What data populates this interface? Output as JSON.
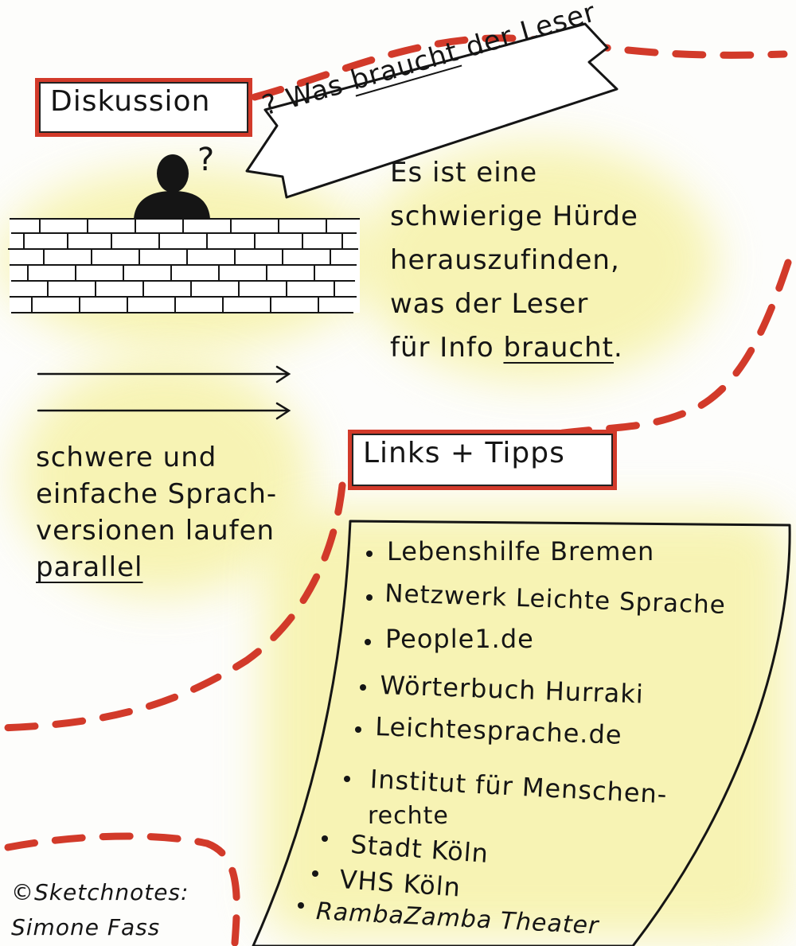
{
  "title": "Diskussion",
  "arrow_label": {
    "q": "?",
    "text_pre": "Was",
    "text_under": "braucht",
    "text_post": "der Leser"
  },
  "person_question": "?",
  "hurdle_text": [
    "Es ist eine",
    "schwierige Hürde",
    "herauszufinden,",
    "was der Leser",
    "für Info"
  ],
  "hurdle_underlined": "braucht",
  "hurdle_period": ".",
  "parallel_text": [
    "schwere und",
    "einfache Sprach-",
    "versionen laufen"
  ],
  "parallel_underlined": "parallel",
  "links_title": "Links + Tipps",
  "links": [
    "Lebenshilfe Bremen",
    "Netzwerk Leichte Sprache",
    "People1.de",
    "Wörterbuch Hurraki",
    "Leichtesprache.de",
    "Institut für Menschen-",
    "rechte",
    "Stadt Köln",
    "VHS Köln",
    "RambaZamba Theater"
  ],
  "credit": [
    "©Sketchnotes:",
    "Simone Fass"
  ],
  "colors": {
    "accent_red": "#d23a2a",
    "highlight_yellow": "#f6f2a8",
    "ink": "#151515"
  }
}
